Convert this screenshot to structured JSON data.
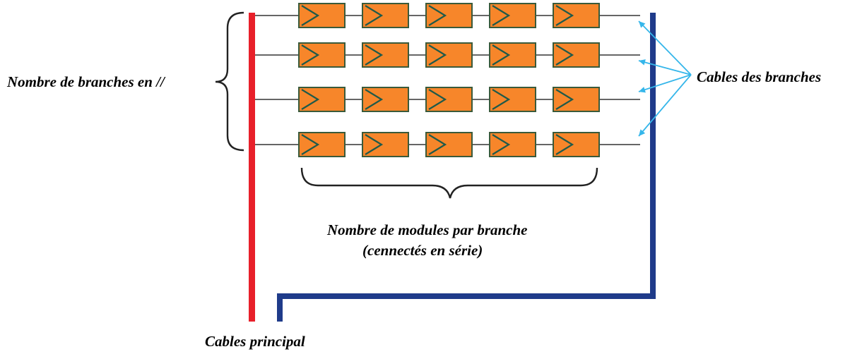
{
  "labels": {
    "branches_parallel": "Nombre de branches en //",
    "branch_cables": "Cables des branches",
    "modules_per_branch": "Nombre de modules par branche",
    "modules_series": "(cennectés en série)",
    "main_cable": "Cables principal"
  },
  "array": {
    "branches": 4,
    "modules_per_branch": 5
  },
  "colors": {
    "positive_cable": "#e8202a",
    "negative_cable": "#1f3b8a",
    "module_fill": "#f7862a",
    "module_border": "#3a5a3a",
    "module_symbol": "#1f5a4a",
    "branch_wire": "#333333",
    "pointer_arrow": "#35b6ea",
    "brace": "#222222"
  }
}
